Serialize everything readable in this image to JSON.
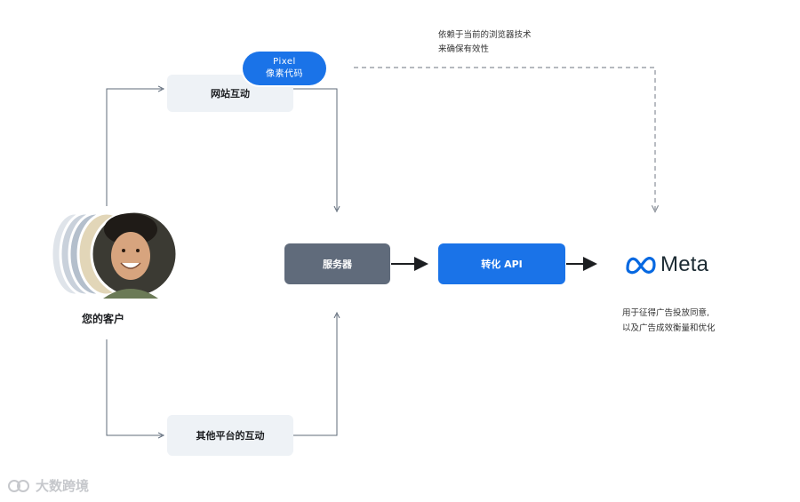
{
  "nodes": {
    "website": "网站互动",
    "pixel_line1": "Pixel",
    "pixel_line2": "像素代码",
    "server": "服务器",
    "capi": "转化 API",
    "other": "其他平台的互动",
    "customer": "您的客户"
  },
  "notes": {
    "browser_line1": "依赖于当前的浏览器技术",
    "browser_line2": "来确保有效性",
    "meta_line1": "用于征得广告投放同意,",
    "meta_line2": "以及广告成效衡量和优化"
  },
  "brand": {
    "meta": "Meta",
    "watermark": "大数跨境"
  },
  "colors": {
    "primary_blue": "#1a73e8",
    "server_gray": "#606b7b",
    "light_box": "#eef2f6",
    "line": "#5f6b7a",
    "dashed": "#8a9099"
  },
  "icons": [
    "meta-infinity-logo",
    "customer-avatar-stack",
    "watermark-logo-icon"
  ]
}
